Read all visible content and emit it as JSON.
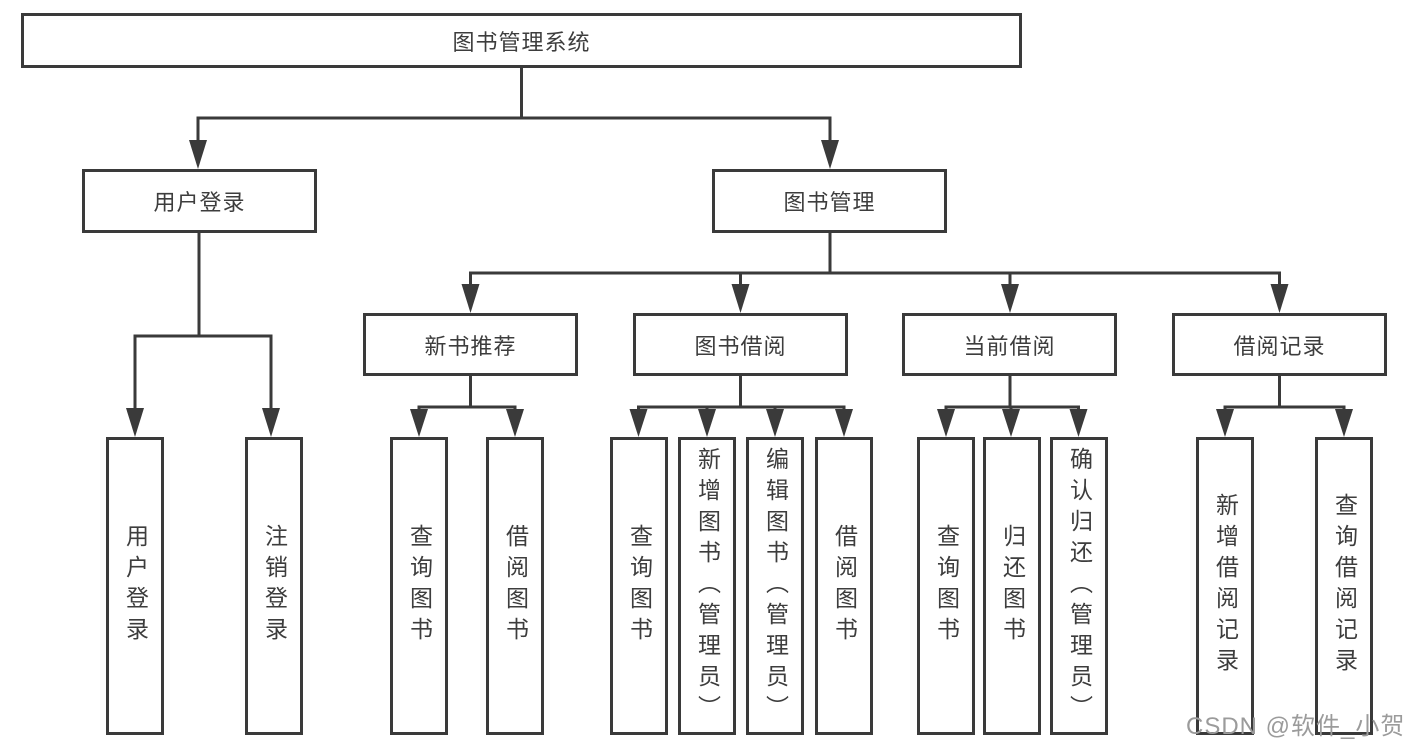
{
  "nodes": {
    "root": {
      "label": "图书管理系统"
    },
    "level2": [
      {
        "label": "用户登录"
      },
      {
        "label": "图书管理"
      }
    ],
    "level3": [
      {
        "label": "新书推荐",
        "parent": "图书管理"
      },
      {
        "label": "图书借阅",
        "parent": "图书管理"
      },
      {
        "label": "当前借阅",
        "parent": "图书管理"
      },
      {
        "label": "借阅记录",
        "parent": "图书管理"
      }
    ],
    "leaves": [
      {
        "label": "用户登录",
        "parent": "用户登录"
      },
      {
        "label": "注销登录",
        "parent": "用户登录"
      },
      {
        "label": "查询图书",
        "parent": "新书推荐"
      },
      {
        "label": "借阅图书",
        "parent": "新书推荐"
      },
      {
        "label": "查询图书",
        "parent": "图书借阅"
      },
      {
        "label": "新增图书（管理员）",
        "parent": "图书借阅"
      },
      {
        "label": "编辑图书（管理员）",
        "parent": "图书借阅"
      },
      {
        "label": "借阅图书",
        "parent": "图书借阅"
      },
      {
        "label": "查询图书",
        "parent": "当前借阅"
      },
      {
        "label": "归还图书",
        "parent": "当前借阅"
      },
      {
        "label": "确认归还（管理员）",
        "parent": "当前借阅"
      },
      {
        "label": "新增借阅记录",
        "parent": "借阅记录"
      },
      {
        "label": "查询借阅记录",
        "parent": "借阅记录"
      }
    ]
  },
  "watermark": {
    "text": "CSDN @软件_小贺同学"
  },
  "colors": {
    "line": "#3a3a3a",
    "box_border": "#3a3a3a",
    "text": "#3d3d3d",
    "watermark": "#9b9b9b",
    "background": "#ffffff"
  }
}
